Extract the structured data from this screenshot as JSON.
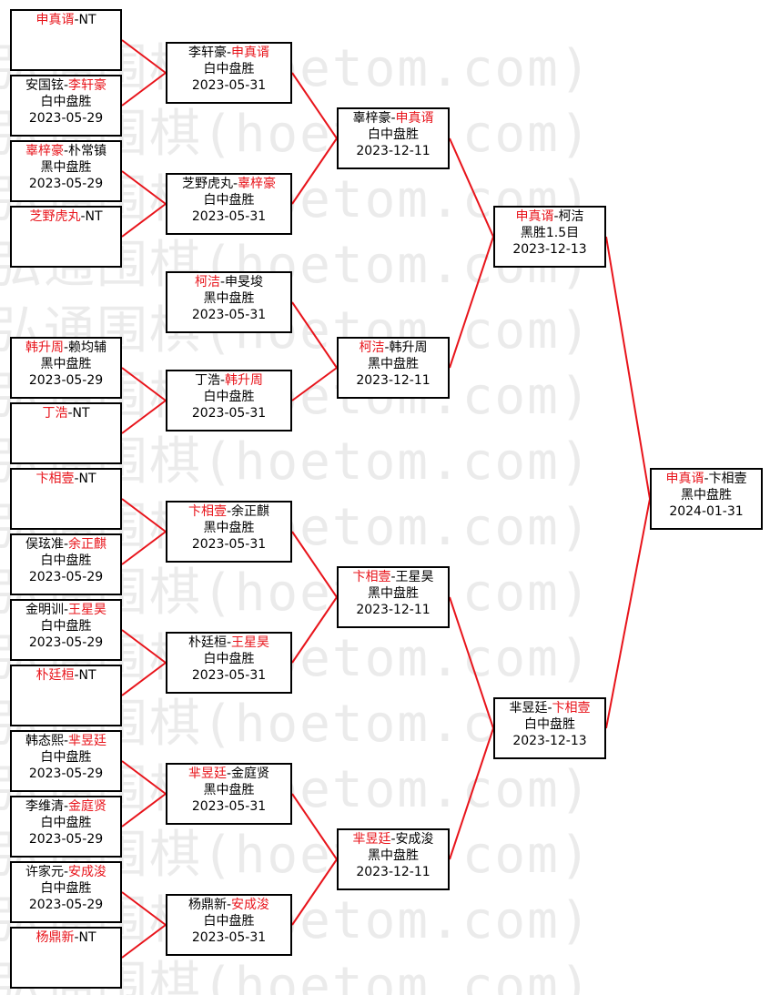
{
  "watermark": "弘通围棋(hoetom.com)",
  "matches": [
    {
      "id": "r1m1",
      "p1": "申真谞",
      "p2": "NT",
      "winner": 1,
      "result": "",
      "date": ""
    },
    {
      "id": "r1m2",
      "p1": "安国铉",
      "p2": "李轩豪",
      "winner": 2,
      "result": "白中盘胜",
      "date": "2023-05-29"
    },
    {
      "id": "r1m3",
      "p1": "辜梓豪",
      "p2": "朴常镇",
      "winner": 1,
      "result": "黑中盘胜",
      "date": "2023-05-29"
    },
    {
      "id": "r1m4",
      "p1": "芝野虎丸",
      "p2": "NT",
      "winner": 1,
      "result": "",
      "date": ""
    },
    {
      "id": "r1m5",
      "p1": "韩升周",
      "p2": "赖均辅",
      "winner": 1,
      "result": "黑中盘胜",
      "date": "2023-05-29"
    },
    {
      "id": "r1m6",
      "p1": "丁浩",
      "p2": "NT",
      "winner": 1,
      "result": "",
      "date": ""
    },
    {
      "id": "r1m7",
      "p1": "卞相壹",
      "p2": "NT",
      "winner": 1,
      "result": "",
      "date": ""
    },
    {
      "id": "r1m8",
      "p1": "俣玹准",
      "p2": "余正麒",
      "winner": 2,
      "result": "白中盘胜",
      "date": "2023-05-29"
    },
    {
      "id": "r1m9",
      "p1": "金明训",
      "p2": "王星昊",
      "winner": 2,
      "result": "白中盘胜",
      "date": "2023-05-29"
    },
    {
      "id": "r1m10",
      "p1": "朴廷桓",
      "p2": "NT",
      "winner": 1,
      "result": "",
      "date": ""
    },
    {
      "id": "r1m11",
      "p1": "韩态熙",
      "p2": "芈昱廷",
      "winner": 2,
      "result": "白中盘胜",
      "date": "2023-05-29"
    },
    {
      "id": "r1m12",
      "p1": "李维清",
      "p2": "金庭贤",
      "winner": 2,
      "result": "白中盘胜",
      "date": "2023-05-29"
    },
    {
      "id": "r1m13",
      "p1": "许家元",
      "p2": "安成浚",
      "winner": 2,
      "result": "白中盘胜",
      "date": "2023-05-29"
    },
    {
      "id": "r1m14",
      "p1": "杨鼎新",
      "p2": "NT",
      "winner": 1,
      "result": "",
      "date": ""
    },
    {
      "id": "r2m1",
      "p1": "李轩豪",
      "p2": "申真谞",
      "winner": 2,
      "result": "白中盘胜",
      "date": "2023-05-31"
    },
    {
      "id": "r2m2",
      "p1": "芝野虎丸",
      "p2": "辜梓豪",
      "winner": 2,
      "result": "白中盘胜",
      "date": "2023-05-31"
    },
    {
      "id": "r2m3",
      "p1": "柯洁",
      "p2": "申旻埈",
      "winner": 1,
      "result": "黑中盘胜",
      "date": "2023-05-31"
    },
    {
      "id": "r2m4",
      "p1": "丁浩",
      "p2": "韩升周",
      "winner": 2,
      "result": "白中盘胜",
      "date": "2023-05-31"
    },
    {
      "id": "r2m5",
      "p1": "卞相壹",
      "p2": "余正麒",
      "winner": 1,
      "result": "黑中盘胜",
      "date": "2023-05-31"
    },
    {
      "id": "r2m6",
      "p1": "朴廷桓",
      "p2": "王星昊",
      "winner": 2,
      "result": "白中盘胜",
      "date": "2023-05-31"
    },
    {
      "id": "r2m7",
      "p1": "芈昱廷",
      "p2": "金庭贤",
      "winner": 1,
      "result": "黑中盘胜",
      "date": "2023-05-31"
    },
    {
      "id": "r2m8",
      "p1": "杨鼎新",
      "p2": "安成浚",
      "winner": 2,
      "result": "白中盘胜",
      "date": "2023-05-31"
    },
    {
      "id": "r3m1",
      "p1": "辜梓豪",
      "p2": "申真谞",
      "winner": 2,
      "result": "白中盘胜",
      "date": "2023-12-11"
    },
    {
      "id": "r3m2",
      "p1": "柯洁",
      "p2": "韩升周",
      "winner": 1,
      "result": "黑中盘胜",
      "date": "2023-12-11"
    },
    {
      "id": "r3m3",
      "p1": "卞相壹",
      "p2": "王星昊",
      "winner": 1,
      "result": "黑中盘胜",
      "date": "2023-12-11"
    },
    {
      "id": "r3m4",
      "p1": "芈昱廷",
      "p2": "安成浚",
      "winner": 1,
      "result": "黑中盘胜",
      "date": "2023-12-11"
    },
    {
      "id": "r4m1",
      "p1": "申真谞",
      "p2": "柯洁",
      "winner": 1,
      "result": "黑胜1.5目",
      "date": "2023-12-13"
    },
    {
      "id": "r4m2",
      "p1": "芈昱廷",
      "p2": "卞相壹",
      "winner": 2,
      "result": "白中盘胜",
      "date": "2023-12-13"
    },
    {
      "id": "final",
      "p1": "申真谞",
      "p2": "卞相壹",
      "winner": 1,
      "result": "黑中盘胜",
      "date": "2024-01-31"
    }
  ],
  "colors": {
    "winner": "#e8141b",
    "connector": "#e8141b",
    "border": "#000000",
    "watermark": "#ebebeb"
  }
}
